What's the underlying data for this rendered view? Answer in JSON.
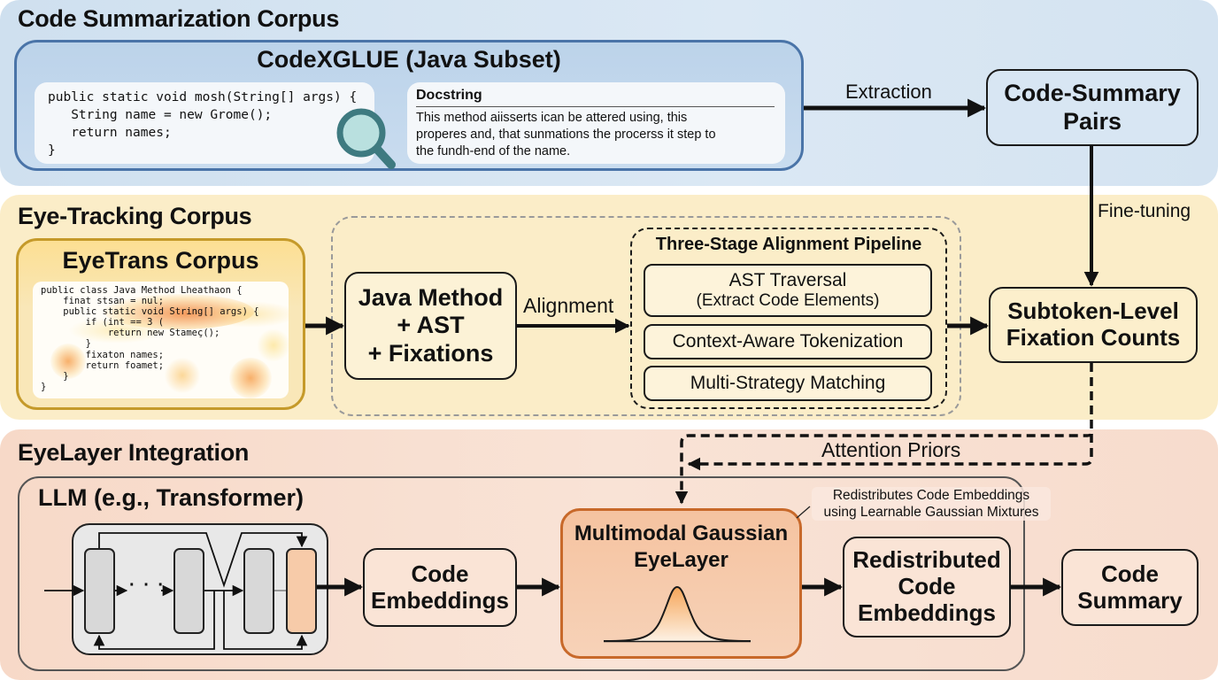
{
  "sections": {
    "summarization": {
      "title": "Code Summarization Corpus",
      "dataset_title": "CodeXGLUE (Java Subset)",
      "code_lines": [
        "public static void mosh(String[] args) {",
        "   String name = new Grome();",
        "   return names;",
        "}"
      ],
      "docstring": {
        "heading": "Docstring",
        "lines": [
          "This method aiisserts ican be attered using, this",
          "properes and, that sunmations the procerss it step to",
          "the fundh-end of the name."
        ]
      },
      "extraction_label": "Extraction",
      "pairs_box": [
        "Code-Summary",
        "Pairs"
      ],
      "icon": "magnifier-icon"
    },
    "eye_tracking": {
      "title": "Eye-Tracking Corpus",
      "corpus_title": "EyeTrans Corpus",
      "code_lines": [
        "public class Java Method Lheathaon {",
        "    finat stsan = nul;",
        "    public static void String[] args) {",
        "        if (int == 3 (",
        "            return new Stameç();",
        "        }",
        "        fixaton names;",
        "        return foamet;",
        "    }",
        "}"
      ],
      "method_box": [
        "Java Method",
        "+ AST",
        "+ Fixations"
      ],
      "alignment_label": "Alignment",
      "pipeline": {
        "title": "Three-Stage Alignment Pipeline",
        "stages": [
          {
            "line1": "AST Traversal",
            "line2": "(Extract Code Elements)"
          },
          {
            "line1": "Context-Aware Tokenization",
            "line2": ""
          },
          {
            "line1": "Multi-Strategy Matching",
            "line2": ""
          }
        ]
      },
      "fixation_box": [
        "Subtoken-Level",
        "Fixation Counts"
      ],
      "finetuning_label": "Fine-tuning"
    },
    "eyelayer": {
      "title": "EyeLayer Integration",
      "llm_title": "LLM (e.g., Transformer)",
      "attention_label": "Attention Priors",
      "code_embeddings_box": [
        "Code",
        "Embeddings"
      ],
      "gaussian_box": [
        "Multimodal Gaussian",
        "EyeLayer"
      ],
      "annotation": [
        "Redistributes Code Embeddings",
        "using Learnable Gaussian Mixtures"
      ],
      "redistributed_box": [
        "Redistributed",
        "Code",
        "Embeddings"
      ],
      "summary_box": [
        "Code",
        "Summary"
      ],
      "ellipsis": "· · ·"
    }
  },
  "colors": {
    "blue_band": "#d4e3f1",
    "blue_border": "#4a74a8",
    "yellow_band": "#fbedc8",
    "gold_border": "#c59a2a",
    "peach_band": "#f8dfd0",
    "eyelayer_fill": "#f5c9a8",
    "eyelayer_border": "#c8692a"
  }
}
